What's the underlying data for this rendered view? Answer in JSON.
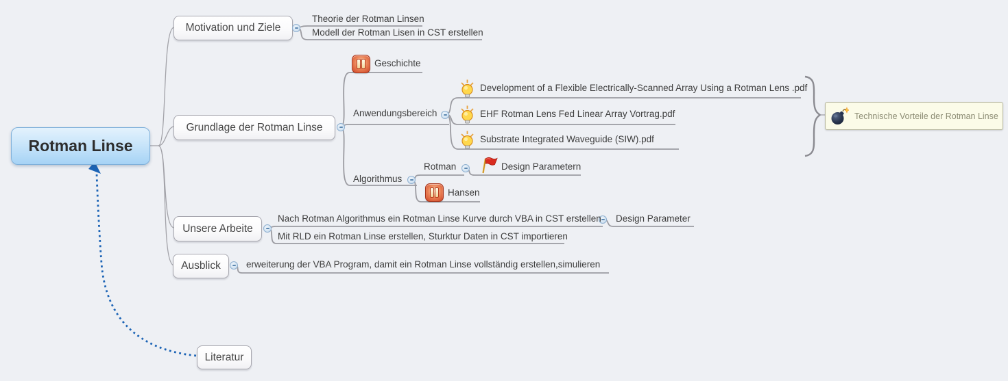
{
  "topics": {
    "root": "Rotman Linse",
    "motivation": "Motivation und Ziele",
    "theorie": "Theorie der Rotman Linsen",
    "modell": "Modell der Rotman Lisen in CST erstellen",
    "grundlage": "Grundlage der Rotman Linse",
    "geschichte": "Geschichte",
    "anwendungsbereich": "Anwendungsbereich",
    "pdf_dev": "Development of a Flexible Electrically-Scanned Array Using a Rotman Lens .pdf",
    "pdf_ehf": "EHF Rotman Lens Fed Linear Array Vortrag.pdf",
    "pdf_siw": "Substrate Integrated Waveguide (SIW).pdf",
    "algorithmus": "Algorithmus",
    "rotman": "Rotman",
    "design_parametern": "Design Parametern",
    "hansen": "Hansen",
    "unsere_arbeite": "Unsere Arbeite",
    "nach_rotman": "Nach Rotman Algorithmus ein Rotman Linse Kurve durch VBA in CST erstellen",
    "design_parameter": "Design Parameter",
    "mit_rld": "Mit RLD ein Rotman Linse erstellen, Sturktur Daten in CST importieren",
    "ausblick": "Ausblick",
    "erweiterung": "erweiterung der VBA Program, damit ein Rotman Linse vollständig erstellen,simulieren",
    "literatur": "Literatur",
    "callout": "Technische Vorteile der Rotman Linse"
  },
  "icons": {
    "geschichte_marker": "pause-icon",
    "hansen_marker": "pause-icon",
    "pdf_marker": "lightbulb-icon",
    "design_parametern_marker": "flag-icon",
    "callout_marker": "bomb-icon",
    "collapse_toggle": "minus-circle-icon",
    "relationship": "dotted-arrow"
  },
  "colors": {
    "background": "#eef0f4",
    "root_gradient_top": "#e3f2fd",
    "root_gradient_bottom": "#a6d3f5",
    "root_border": "#7fb0da",
    "branch_border": "#a6a6ae",
    "connector_line": "#a2a2a8",
    "relationship_blue": "#1b63b5",
    "callout_bg": "#fbfbe8",
    "callout_border": "#b8b8a2",
    "callout_text": "#8c8c74",
    "marker_red": "#cf4526",
    "marker_yellow": "#f5b62b"
  }
}
